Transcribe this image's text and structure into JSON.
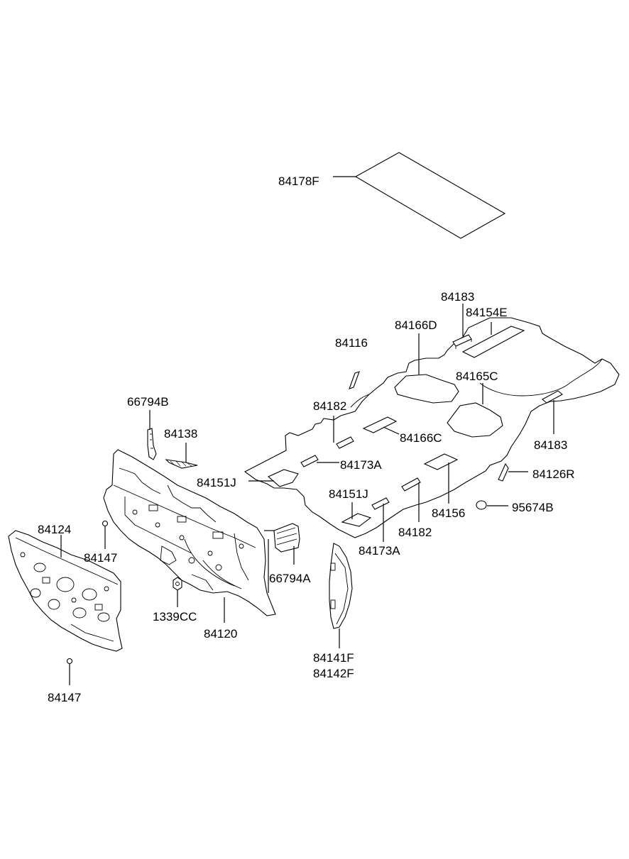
{
  "diagram": {
    "labels": {
      "l84178F": "84178F",
      "l84183_top": "84183",
      "l84154E": "84154E",
      "l84166D": "84166D",
      "l84116": "84116",
      "l84165C": "84165C",
      "l84182_top": "84182",
      "l84166C": "84166C",
      "l84183_right": "84183",
      "l66794B": "66794B",
      "l84138": "84138",
      "l84173A_top": "84173A",
      "l84151J_left": "84151J",
      "l84126R": "84126R",
      "l84151J_mid": "84151J",
      "l95674B": "95674B",
      "l84156": "84156",
      "l84124": "84124",
      "l84182_bot": "84182",
      "l84173A_bot": "84173A",
      "l84147_top": "84147",
      "l66794A": "66794A",
      "l1339CC": "1339CC",
      "l84120": "84120",
      "l84141F": "84141F",
      "l84142F": "84142F",
      "l84147_bot": "84147"
    }
  }
}
